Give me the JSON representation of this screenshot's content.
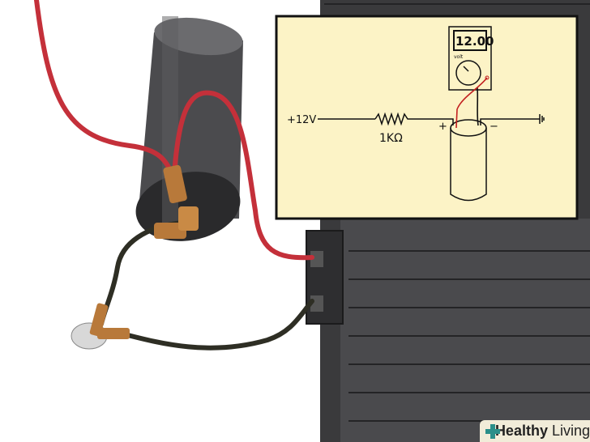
{
  "inset": {
    "voltage_label": "+12V",
    "resistor_label": "1KΩ",
    "meter_reading": "12.00",
    "meter_unit": "volt",
    "plus_sign": "+",
    "minus_sign": "−"
  },
  "watermark": {
    "brand_bold": "Healthy",
    "brand_regular": "Living",
    "accent_color": "#2a8f8a"
  }
}
